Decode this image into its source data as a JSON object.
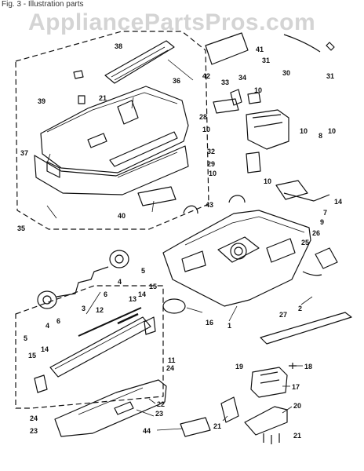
{
  "header_fragment": "Fig. 3 - Illustration parts",
  "watermark": "AppliancePartsPros.com",
  "callouts": [
    "1",
    "2",
    "3",
    "4",
    "4",
    "5",
    "5",
    "6",
    "6",
    "7",
    "8",
    "9",
    "10",
    "10",
    "10",
    "10",
    "10",
    "10",
    "11",
    "12",
    "13",
    "14",
    "14",
    "14",
    "15",
    "15",
    "16",
    "17",
    "18",
    "19",
    "20",
    "21",
    "21",
    "21",
    "22",
    "23",
    "23",
    "24",
    "24",
    "25",
    "26",
    "27",
    "28",
    "29",
    "30",
    "31",
    "31",
    "32",
    "33",
    "34",
    "35",
    "36",
    "37",
    "38",
    "39",
    "40",
    "41",
    "42",
    "43",
    "44"
  ],
  "colors": {
    "ink": "#111111",
    "watermark": "#d4d4d4",
    "background": "#ffffff"
  }
}
